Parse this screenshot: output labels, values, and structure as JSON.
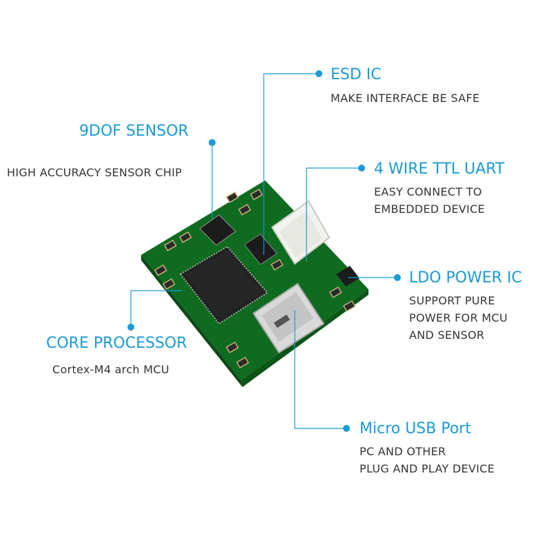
{
  "colors": {
    "accent": "#1a9ad6",
    "text": "#333333",
    "pcb": "#0f6b1f"
  },
  "callouts": {
    "esd": {
      "title": "ESD IC",
      "desc": "MAKE INTERFACE BE SAFE"
    },
    "sensor": {
      "title": "9DOF SENSOR",
      "desc": "HIGH ACCURACY SENSOR CHIP"
    },
    "uart": {
      "title": "4 WIRE TTL UART",
      "desc": "EASY CONNECT TO\nEMBEDDED DEVICE"
    },
    "ldo": {
      "title": "LDO POWER IC",
      "desc": "SUPPORT PURE\nPOWER FOR  MCU\nAND SENSOR"
    },
    "core": {
      "title": "CORE PROCESSOR",
      "desc": "Cortex-M4 arch MCU"
    },
    "usb": {
      "title": "Micro USB Port",
      "desc": "PC AND OTHER\nPLUG AND PLAY DEVICE"
    }
  }
}
